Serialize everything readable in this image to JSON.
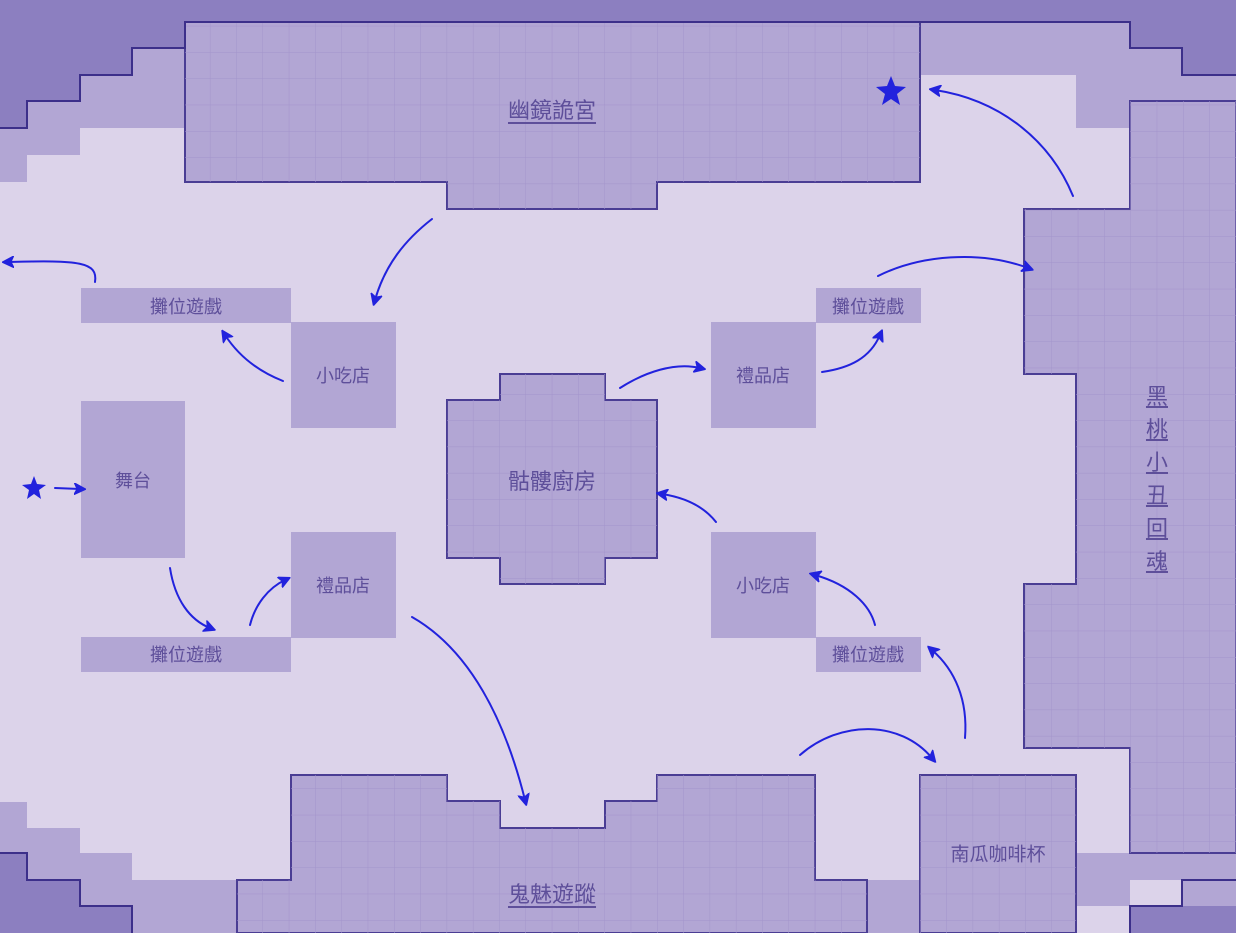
{
  "map": {
    "buildings": {
      "mirror_palace": "幽鏡詭宮",
      "ghost_tour": "鬼魅遊蹤",
      "clown_return": "黑桃小丑回魂",
      "skull_kitchen": "骷髏廚房",
      "pumpkin_cups": "南瓜咖啡杯",
      "stage": "舞台"
    },
    "stalls": {
      "game_top_left": "攤位遊戲",
      "snack_left": "小吃店",
      "gift_left": "禮品店",
      "game_bottom_left": "攤位遊戲",
      "gift_right": "禮品店",
      "game_top_right": "攤位遊戲",
      "snack_right": "小吃店",
      "game_bottom_right": "攤位遊戲"
    },
    "colors": {
      "ground": "#dcd3ea",
      "building": "#b2a6d4",
      "outer": "#8c7fc0",
      "outline": "#3c2f8a",
      "label": "#5e4f9a",
      "route": "#2222dd"
    }
  }
}
